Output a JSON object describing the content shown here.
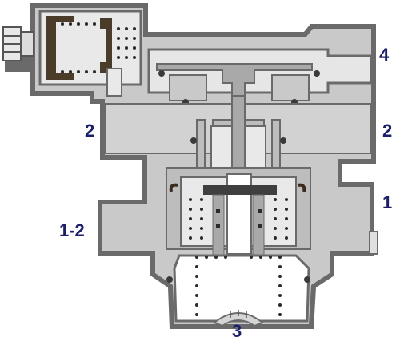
{
  "ports": {
    "p4": "4",
    "p2_left": "2",
    "p2_right": "2",
    "p1": "1",
    "p1_2": "1-2",
    "p3": "3"
  },
  "colors": {
    "body_outline": "#6a6a6a",
    "body_fill": "#c9c9c9",
    "passage_fill": "#e6e6e6",
    "piston_fill": "#a9a9a9",
    "seal_dark": "#4a3c28",
    "spring": "#2b2b2b",
    "label": "#1b1f6e"
  },
  "icons": {
    "plug": "plug-icon",
    "spring": "coil-spring-icon",
    "seal": "o-ring-seal-icon",
    "exhaust": "exhaust-silencer-icon"
  }
}
